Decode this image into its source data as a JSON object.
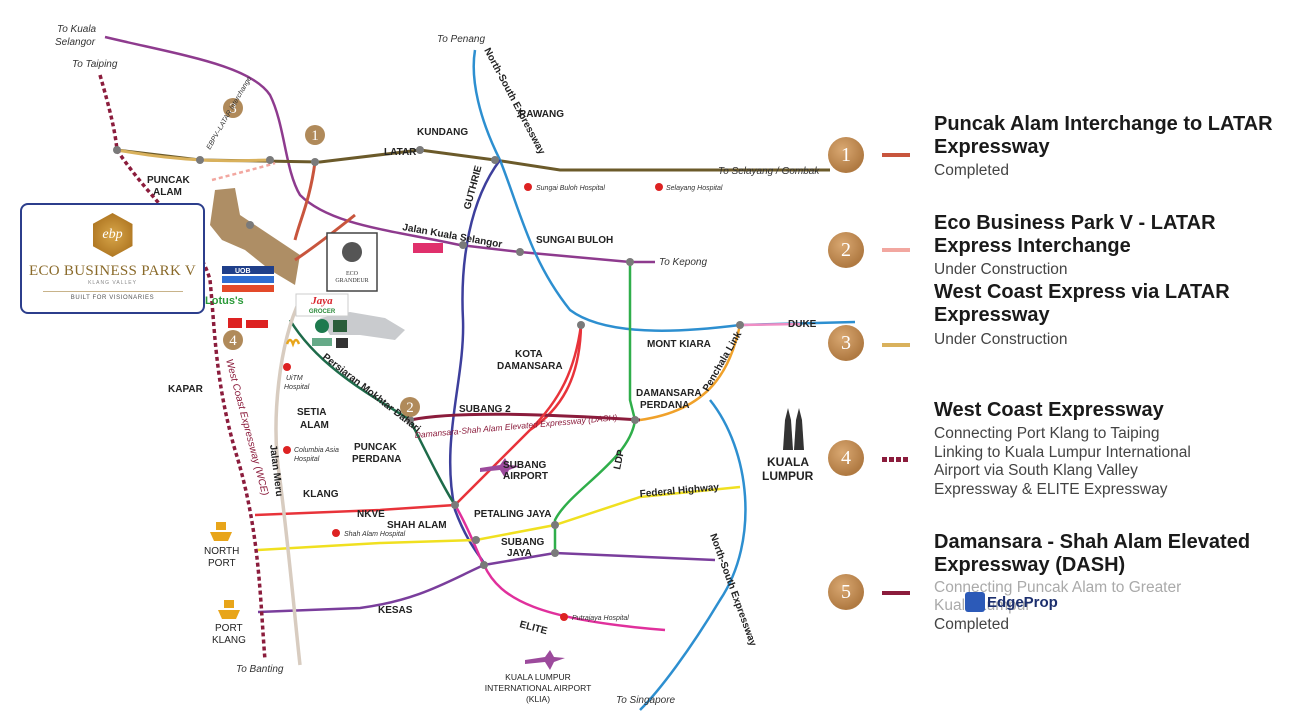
{
  "map": {
    "labels": {
      "to_kuala_selangor_1": "To Kuala",
      "to_kuala_selangor_2": "Selangor",
      "to_taiping": "To Taiping",
      "to_penang": "To Penang",
      "rawang": "RAWANG",
      "kundang": "KUNDANG",
      "latar": "LATAR",
      "to_selayang": "To Selayang / Gombak",
      "puncak_alam_1": "PUNCAK",
      "puncak_alam_2": "ALAM",
      "ebpv_latar_interchange": "EBPV–LATAR Interchange",
      "north_south_expressway": "North-South Expressway",
      "guthrie": "GUTHRIE",
      "sungai_buloh_hospital": "Sungai Buloh Hospital",
      "selayang_hospital": "Selayang Hospital",
      "jalan_kuala_selangor": "Jalan Kuala Selangor",
      "sungai_buloh": "SUNGAI BULOH",
      "to_kepong": "To Kepong",
      "duke": "DUKE",
      "mont_kiara": "MONT KIARA",
      "kota_damansara_1": "KOTA",
      "kota_damansara_2": "DAMANSARA",
      "damansara_perdana_1": "DAMANSARA",
      "damansara_perdana_2": "PERDANA",
      "penchala_link": "Penchala Link",
      "kapar": "KAPAR",
      "west_coast_expressway": "West Coast Expressway (WCE)",
      "persiaran_mokhtar_dahari": "Persiaran Mokhtar Dahari",
      "uitm_hospital_1": "UiTM",
      "uitm_hospital_2": "Hospital",
      "setia_alam_1": "SETIA",
      "setia_alam_2": "ALAM",
      "subang_2": "SUBANG 2",
      "dash": "Damansara-Shah Alam Elevated Expressway (DASH)",
      "columbia_asia_1": "Columbia Asia",
      "columbia_asia_2": "Hospital",
      "puncak_perdana_1": "PUNCAK",
      "puncak_perdana_2": "PERDANA",
      "ldp": "LDP",
      "subang_airport_1": "SUBANG",
      "subang_airport_2": "AIRPORT",
      "kuala_lumpur_1": "KUALA",
      "kuala_lumpur_2": "LUMPUR",
      "jalan_meru": "Jalan Meru",
      "klang": "KLANG",
      "federal_highway": "Federal Highway",
      "nkve": "NKVE",
      "shah_alam": "SHAH ALAM",
      "petaling_jaya": "PETALING JAYA",
      "shah_alam_hospital": "Shah Alam Hospital",
      "subang_jaya_1": "SUBANG",
      "subang_jaya_2": "JAYA",
      "north_port_1": "NORTH",
      "north_port_2": "PORT",
      "kesas": "KESAS",
      "port_klang_1": "PORT",
      "port_klang_2": "KLANG",
      "elite": "ELITE",
      "putrajaya_hospital": "Putrajaya Hospital",
      "to_banting": "To Banting",
      "klia_1": "KUALA LUMPUR",
      "klia_2": "INTERNATIONAL AIRPORT",
      "klia_3": "(KLIA)",
      "to_singapore": "To Singapore"
    },
    "markers": [
      "1",
      "2",
      "3",
      "4"
    ],
    "stores": {
      "lotus": "Lotus's",
      "jaya_grocer_1": "Jaya",
      "jaya_grocer_2": "GROCER",
      "uob": "UOB",
      "eco_grandeur_1": "ECO",
      "eco_grandeur_2": "GRANDEUR"
    }
  },
  "eco_card": {
    "logo_text": "ebp",
    "title": "ECO BUSINESS PARK V",
    "subtitle": "KLANG VALLEY",
    "tagline": "BUILT FOR VISIONARIES"
  },
  "legend": [
    {
      "number": "1",
      "title": "Puncak Alam Interchange to LATAR Expressway",
      "status": [
        "Completed"
      ],
      "color": "#c8553d"
    },
    {
      "number": "2",
      "title": "Eco Business Park V - LATAR Express Interchange",
      "status": [
        "Under Construction"
      ],
      "color": "#f2a7a0"
    },
    {
      "number": "3",
      "title": "West Coast Express via LATAR Expressway",
      "status": [
        "Under Construction"
      ],
      "color": "#d9b15c"
    },
    {
      "number": "4",
      "title": "West Coast Expressway",
      "status": [
        "Connecting Port Klang to Taiping",
        "Linking to Kuala Lumpur International",
        "Airport via South Klang Valley",
        "Expressway & ELITE Expressway"
      ],
      "color": "#8b1c3c"
    },
    {
      "number": "5",
      "title": "Damansara - Shah Alam Elevated Expressway (DASH)",
      "status": [
        "Connecting Puncak Alam to Greater",
        "Kuala Lumpur",
        "Completed"
      ],
      "color": "#8b1c3c"
    }
  ],
  "watermark": {
    "brand": "EdgeProp"
  }
}
